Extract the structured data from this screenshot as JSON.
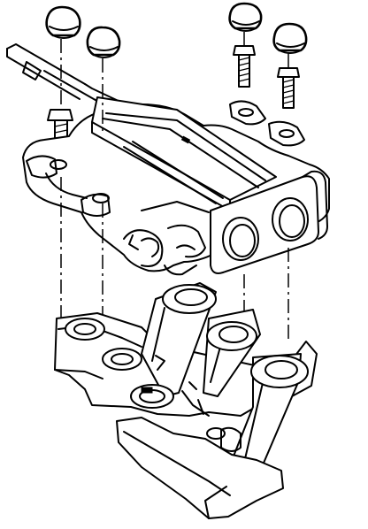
{
  "figure": {
    "colors": {
      "ink": "#000000",
      "paper": "#ffffff"
    },
    "parts": {
      "caps": [
        "cap-1",
        "cap-2",
        "cap-3",
        "cap-4"
      ],
      "bolts": [
        "bolt-1",
        "bolt-2",
        "bolt-3",
        "bolt-4"
      ],
      "housing": "throttle-body-housing",
      "bracket": "mounting-bracket"
    }
  }
}
